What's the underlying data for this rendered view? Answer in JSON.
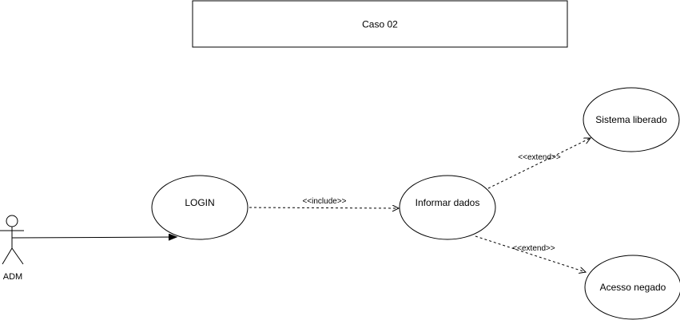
{
  "diagram": {
    "title_box": {
      "label": "Caso 02"
    },
    "actor": {
      "label": "ADM"
    },
    "use_cases": {
      "login": {
        "label": "LOGIN"
      },
      "informar": {
        "label": "Informar dados"
      },
      "sistema": {
        "label": "Sistema liberado"
      },
      "acesso": {
        "label": "Acesso negado"
      }
    },
    "edges": {
      "include": {
        "label": "<<include>>",
        "style": "dashed"
      },
      "extend_top": {
        "label": "<<extend>>",
        "style": "dashed"
      },
      "extend_bottom": {
        "label": "<<extend>>",
        "style": "dashed"
      },
      "association": {
        "style": "solid"
      }
    },
    "colors": {
      "stroke": "#000000",
      "fill": "#ffffff"
    }
  }
}
